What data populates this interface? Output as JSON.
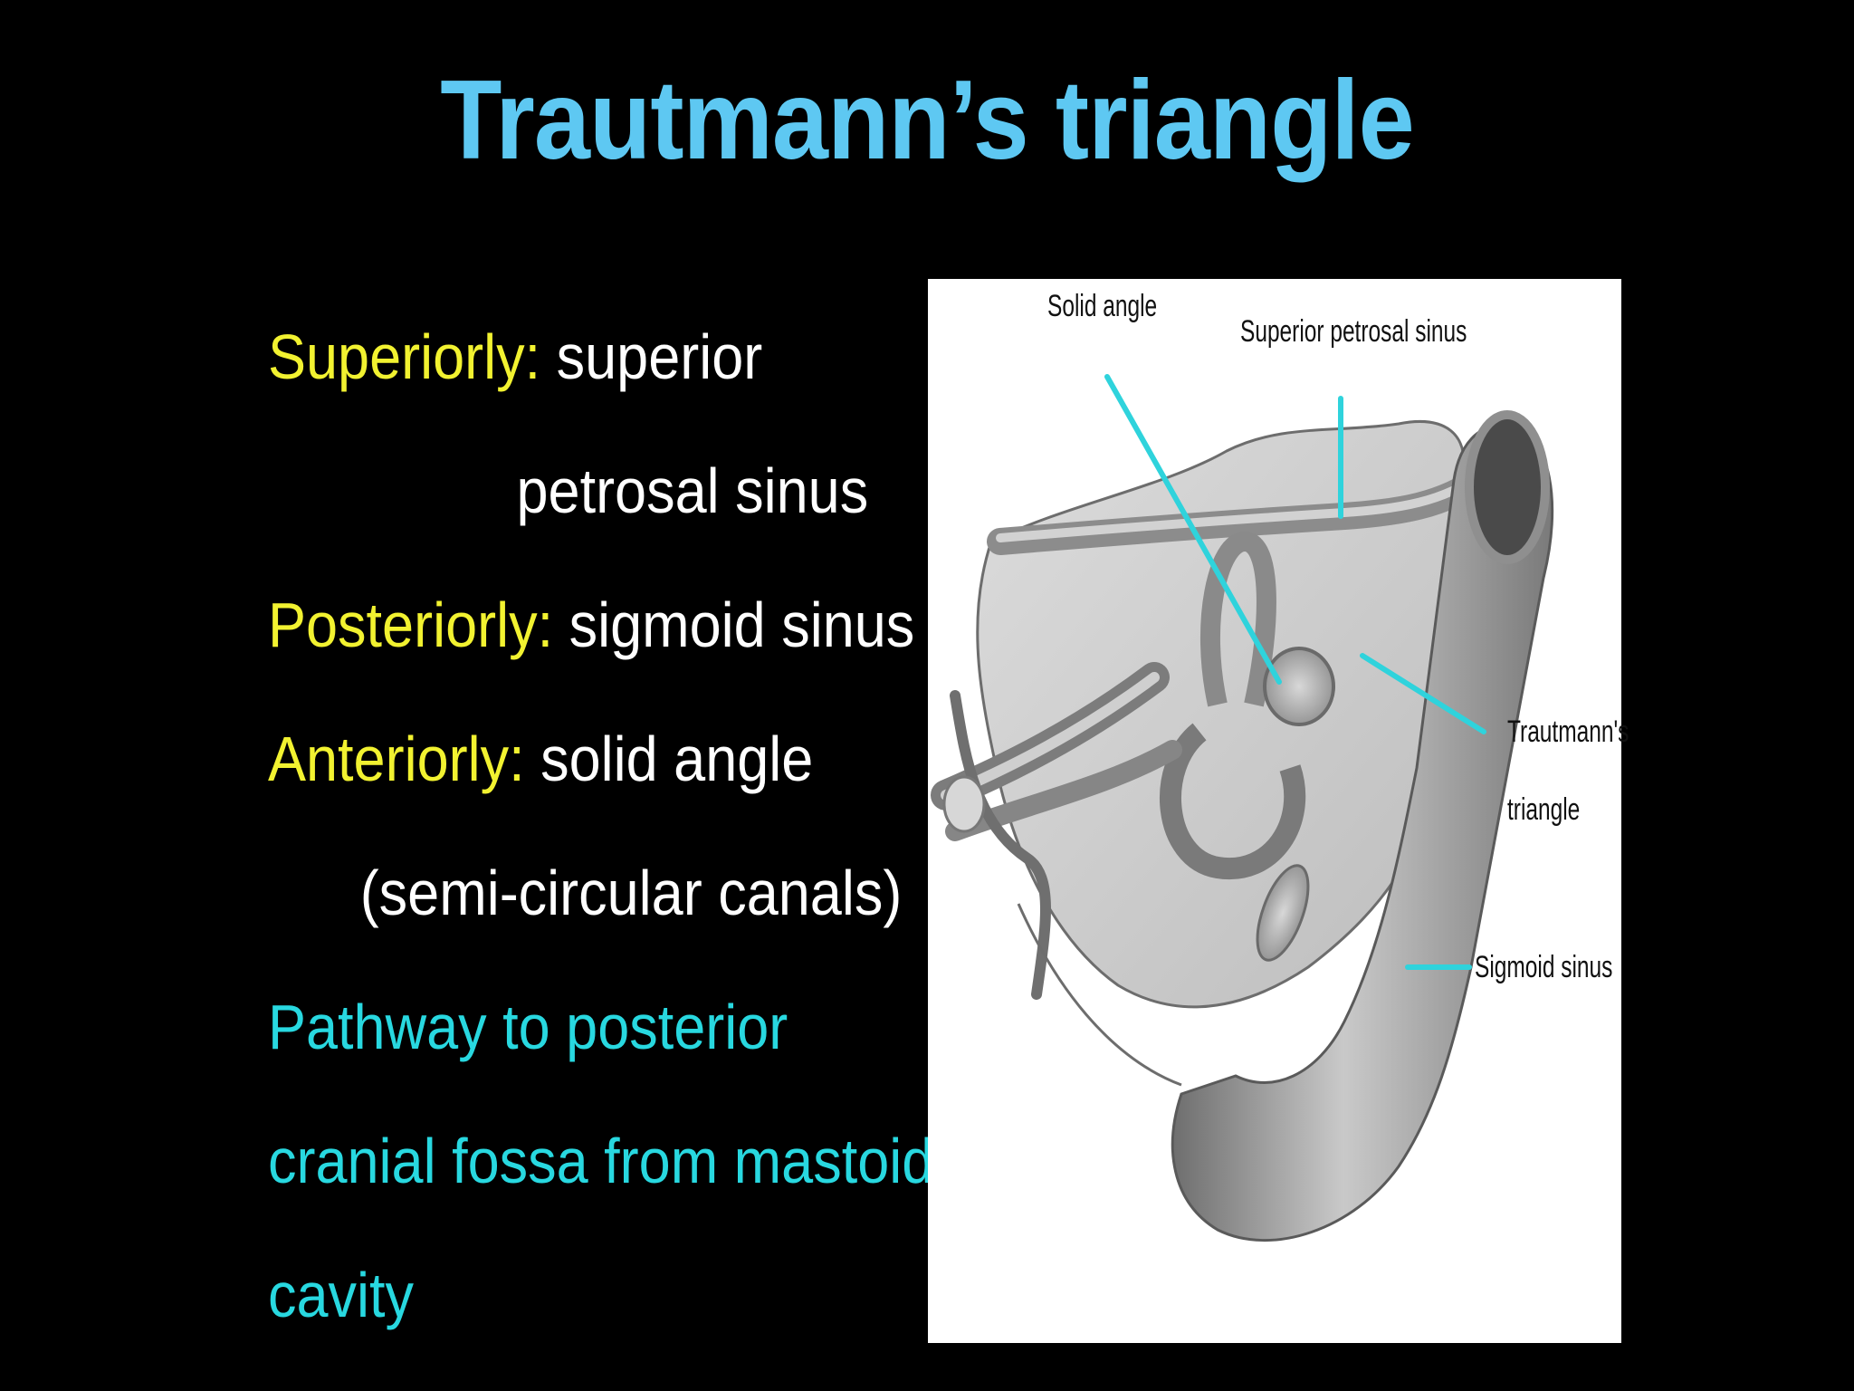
{
  "slide": {
    "title": "Trautmann’s triangle",
    "colors": {
      "background": "#000000",
      "title": "#5ec8f2",
      "term": "#f2f230",
      "text": "#ffffff",
      "highlight": "#28d8e0"
    },
    "bullets": [
      {
        "term": "Superiorly:",
        "text": "superior"
      },
      {
        "term": "",
        "text": "petrosal sinus"
      },
      {
        "term": "Posteriorly:",
        "text": "sigmoid sinus"
      },
      {
        "term": "Anteriorly:",
        "text": "solid angle"
      },
      {
        "term": "",
        "text": "(semi-circular  canals)"
      }
    ],
    "note_lines": [
      "Pathway to posterior",
      "cranial  fossa  from mastoid",
      "cavity"
    ]
  },
  "figure": {
    "labels": {
      "solid_angle": "Solid angle",
      "superior_petrosal_sinus": "Superior petrosal sinus",
      "trautmanns_triangle_1": "Trautmann's",
      "trautmanns_triangle_2": "triangle",
      "sigmoid_sinus": "Sigmoid sinus"
    },
    "leader_color": "#2fd3dc"
  }
}
